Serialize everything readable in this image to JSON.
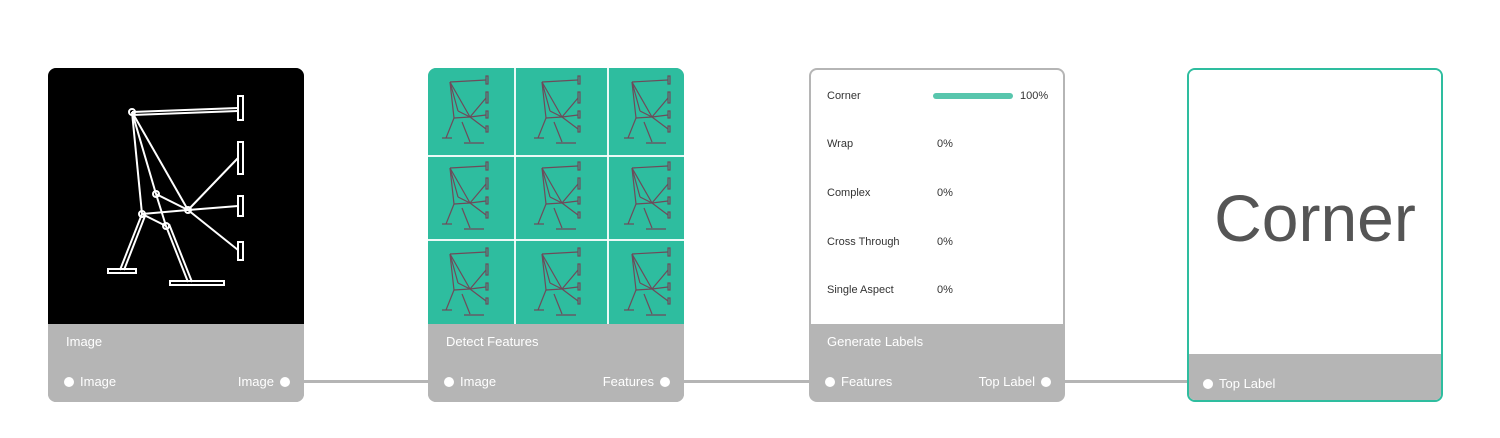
{
  "nodes": {
    "image": {
      "title": "Image",
      "input": "Image",
      "output": "Image"
    },
    "detect": {
      "title": "Detect Features",
      "input": "Image",
      "output": "Features"
    },
    "labels": {
      "title": "Generate Labels",
      "input": "Features",
      "output": "Top Label",
      "rows": [
        {
          "name": "Corner",
          "value": "100%",
          "fraction": 1.0
        },
        {
          "name": "Wrap",
          "value": "0%",
          "fraction": 0
        },
        {
          "name": "Complex",
          "value": "0%",
          "fraction": 0
        },
        {
          "name": "Cross Through",
          "value": "0%",
          "fraction": 0
        },
        {
          "name": "Single Aspect",
          "value": "0%",
          "fraction": 0
        }
      ]
    },
    "top_label": {
      "value": "Corner",
      "input": "Top Label"
    }
  },
  "colors": {
    "accent": "#2ebd9f",
    "bar": "#58c6ad",
    "panel": "#b5b5b5",
    "canvas": "#000000"
  }
}
